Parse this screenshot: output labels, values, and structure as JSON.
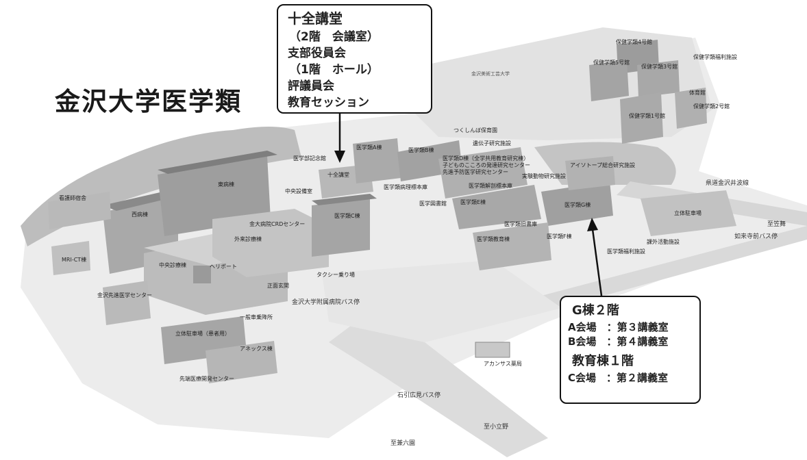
{
  "title": "金沢大学医学類",
  "callout_top": {
    "heading": "十全講堂",
    "lines": [
      "（2階　会議室）",
      "支部役員会",
      "（1階　ホール）",
      "評議員会",
      "教育セッション"
    ]
  },
  "callout_bottom": {
    "heading1": "G棟２階",
    "line1": "A会場　：第３講義室",
    "line2": "B会場　：第４講義室",
    "heading2": "教育棟１階",
    "line3": "C会場　：第２講義室"
  },
  "labels": {
    "hokengakurui4": "保健学類4号館",
    "hokengakurui5": "保健学類5号館",
    "hokengakurui3": "保健学類3号館",
    "hokengakurui_fukuri": "保健学類福利施設",
    "taiikukan": "体育館",
    "hokengakurui2": "保健学類2号館",
    "hokengakurui1": "保健学類1号館",
    "bijutsu": "金沢美術工芸大学",
    "tsukushinbo": "つくしんぼ保育園",
    "idenshi": "遺伝子研究施設",
    "igakurui_a": "医学類A棟",
    "igakurui_b": "医学類B棟",
    "igakurui_d": "医学類D棟（全学共用教育研究棟）",
    "kodomo": "子どものこころの発達研究センター",
    "senshin": "先進予防医学研究センター",
    "isotope": "アイソトープ総合研究施設",
    "jikken": "実験動物研究施設",
    "kaibou": "医学類解剖標本庫",
    "byouri": "医学類病理標本庫",
    "kinenkan": "医学部記念館",
    "jizen": "十全講堂",
    "chuo_setsubi": "中央設備室",
    "higashi": "東病棟",
    "kango": "看護師宿舎",
    "nishi": "西病棟",
    "mri": "MRI-CT棟",
    "kindai_crd": "金大病院CRDセンター",
    "gairai": "外来診療棟",
    "chuo_shinryo": "中央診療棟",
    "heliport": "ヘリポート",
    "igakurui_c": "医学類C棟",
    "toshokan": "医学図書館",
    "igakurui_e": "医学類E棟",
    "igakurui_g": "医学類G棟",
    "kyushoko": "医学類旧書庫",
    "kyoiku": "医学類教育棟",
    "igakurui_f": "医学類F棟",
    "fukuri": "医学類福利施設",
    "kagai": "課外活動施設",
    "rittai_chusha": "立体駐車場",
    "rittai_kanja": "立体駐車場（患者用）",
    "taxi": "タクシー乗り場",
    "shomen": "正面玄関",
    "busstop_hosp": "金沢大学附属病院バス停",
    "ippan": "一般車乗降所",
    "annex": "アネックス棟",
    "sentan": "先端医療開発センター",
    "kanazawa_senshin": "金沢先進医学センター",
    "akansasu": "アカンサス薬局",
    "ishibiki": "石引広見バス停",
    "kasamai": "至笠舞",
    "korakuji": "如来寺前バス停",
    "kodatsuno": "至小立野",
    "kenroku": "至兼六園",
    "kendo": "県道金沢井波線"
  }
}
